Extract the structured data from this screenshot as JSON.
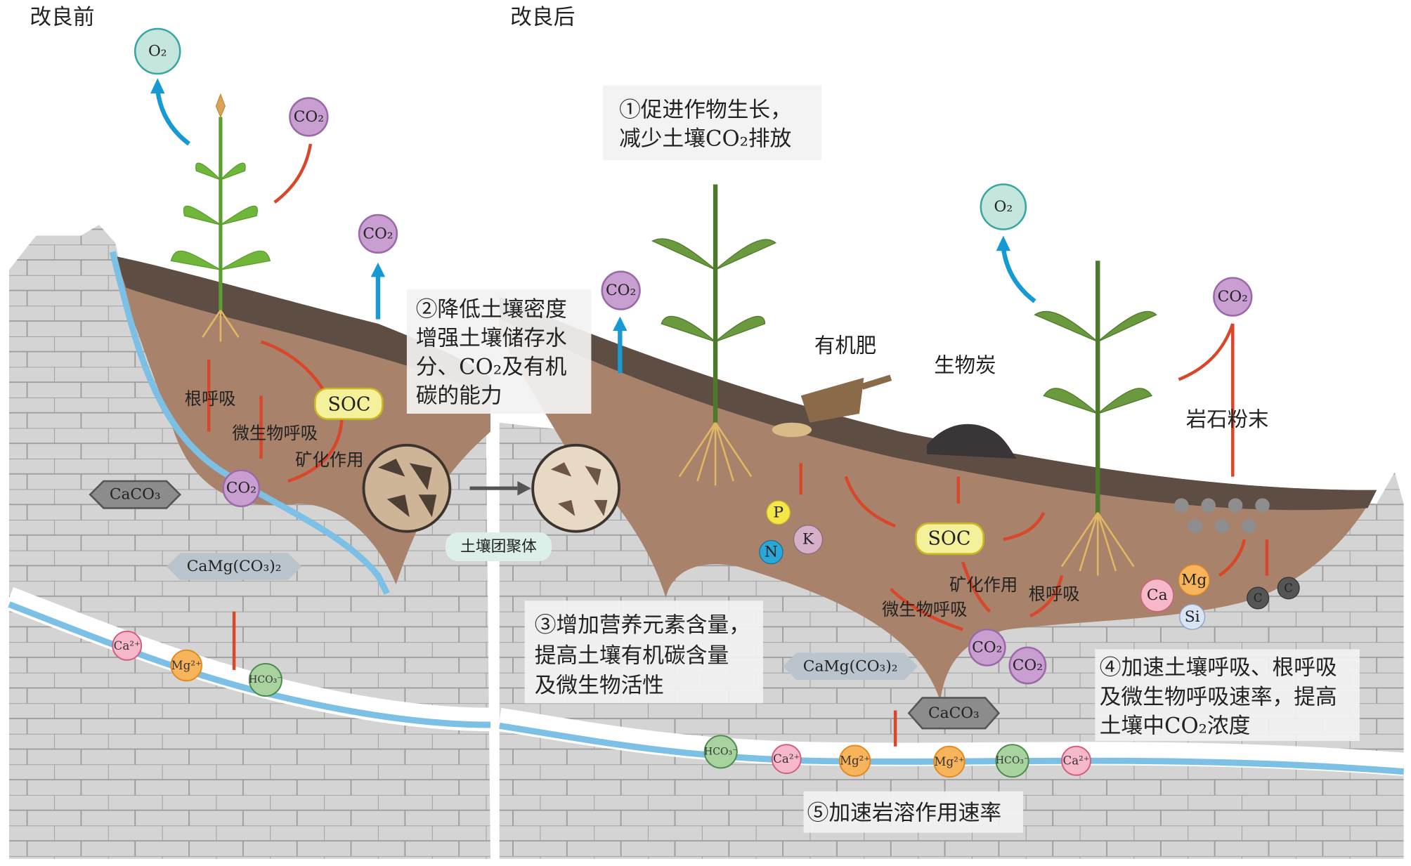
{
  "titles": {
    "before": "改良前",
    "after": "改良后"
  },
  "annotations": {
    "a1": [
      "①促进作物生长，",
      "减少土壤CO₂排放"
    ],
    "a2": [
      "②降低土壤密度",
      "增强土壤储存水",
      "分、CO₂及有机",
      "碳的能力"
    ],
    "a3": [
      "③增加营养元素含量，",
      "提高土壤有机碳含量",
      "及微生物活性"
    ],
    "a4": [
      "④加速土壤呼吸、根呼吸",
      "及微生物呼吸速率，提高",
      "土壤中CO₂浓度"
    ],
    "a5": "⑤加速岩溶作用速率"
  },
  "labels": {
    "root_resp": "根呼吸",
    "microbe_resp": "微生物呼吸",
    "mineralization": "矿化作用",
    "soc": "SOC",
    "caco3": "CaCO₃",
    "camgco3": "CaMg(CO₃)₂",
    "aggregate": "土壤团聚体",
    "manure": "有机肥",
    "biochar": "生物炭",
    "rock_powder": "岩石粉末"
  },
  "molecules": {
    "o2": "O₂",
    "co2": "CO₂"
  },
  "nutrients": {
    "p": "P",
    "n": "N",
    "k": "K",
    "ca": "Ca",
    "mg": "Mg",
    "si": "Si",
    "c": "C"
  },
  "ions": {
    "ca": "Ca²⁺",
    "mg": "Mg²⁺",
    "hco3": "HCO₃⁻"
  },
  "colors": {
    "co2": "#c99fd2",
    "o2": "#c4e6dc",
    "ca": "#f7b9c9",
    "mg": "#f8b45a",
    "hco3": "#a8d39f",
    "soil": "#a8826a",
    "rock": "#d3d3d3",
    "water": "#7cc0e6",
    "arrow_red": "#d9472b",
    "arrow_blue": "#159ad3"
  }
}
